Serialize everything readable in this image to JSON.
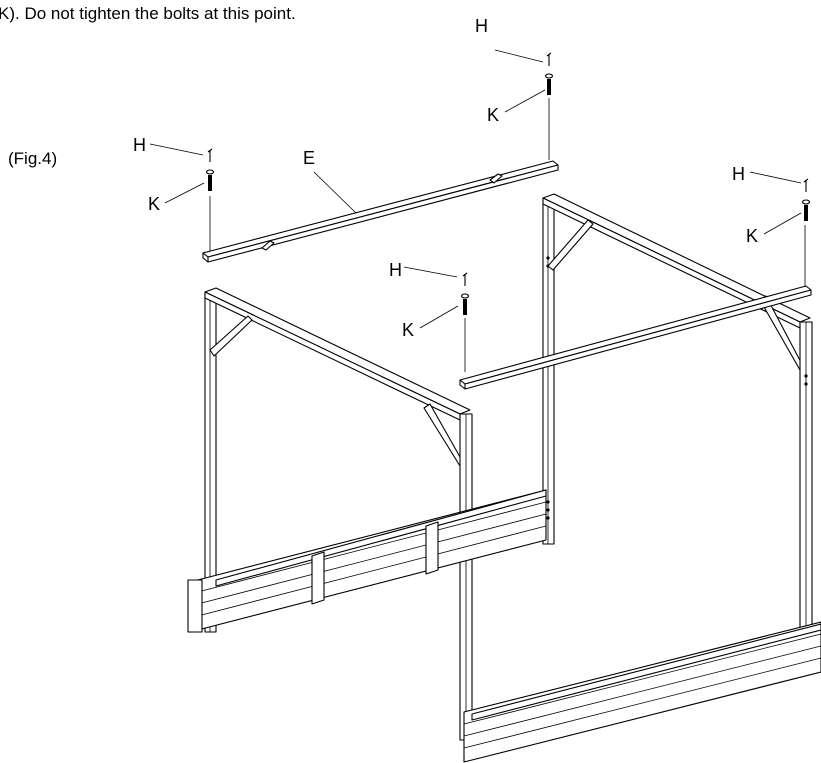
{
  "instruction": "K). Do not tighten the bolts at this point.",
  "figure_label": "(Fig.4)",
  "callouts": {
    "h_top_right": "H",
    "k_top_right": "K",
    "h_left": "H",
    "k_left": "K",
    "e_beam": "E",
    "h_center": "H",
    "k_center": "K",
    "h_right": "H",
    "k_right": "K"
  }
}
